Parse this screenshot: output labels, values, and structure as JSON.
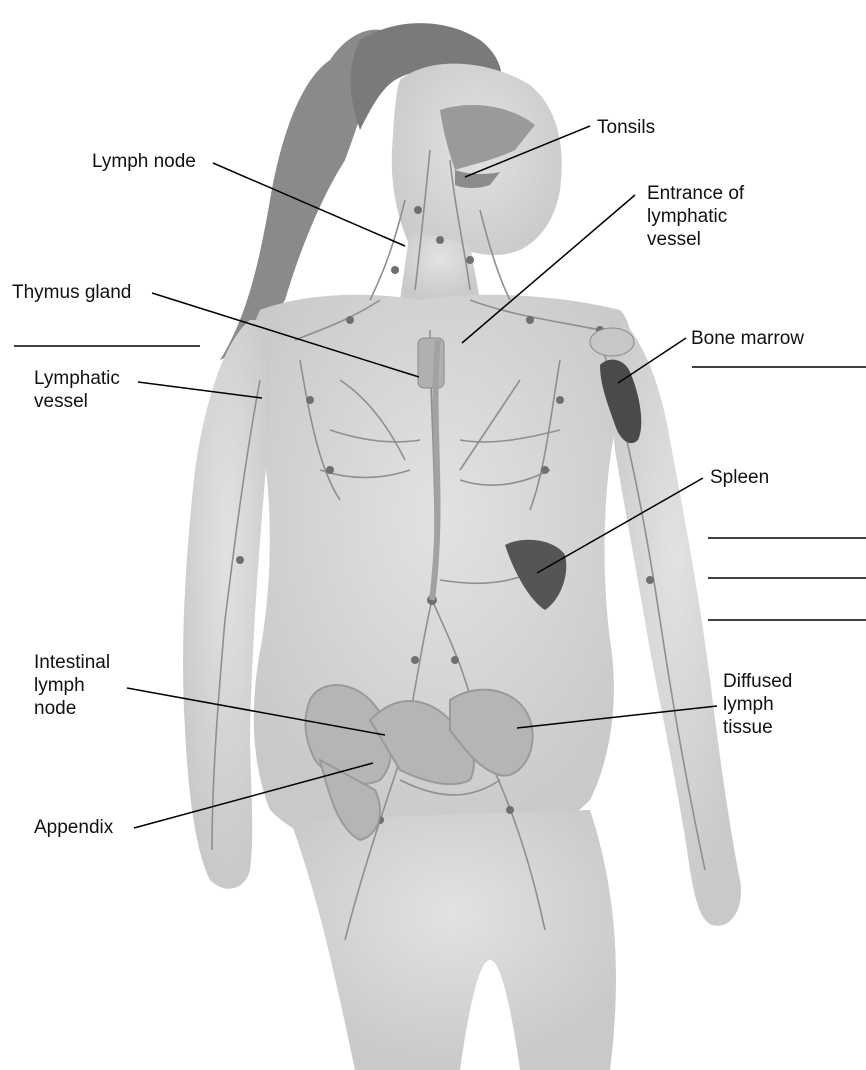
{
  "labels": {
    "lymph_node": "Lymph node",
    "tonsils": "Tonsils",
    "entrance_lymphatic_vessel": "Entrance of\nlymphatic\nvessel",
    "thymus_gland": "Thymus gland",
    "bone_marrow": "Bone marrow",
    "lymphatic_vessel": "Lymphatic\nvessel",
    "spleen": "Spleen",
    "intestinal_lymph_node": "Intestinal\nlymph\nnode",
    "diffused_lymph_tissue": "Diffused\nlymph\ntissue",
    "appendix": "Appendix"
  },
  "blanks": [
    "",
    "",
    "",
    "",
    ""
  ],
  "colors": {
    "body": "#d9d9d9",
    "body_shadow": "#c4c4c4",
    "hair": "#8a8a8a",
    "vessel": "#8f8f8f",
    "node": "#6f6f6f",
    "organ": "#a9a9a9",
    "spleen": "#555555",
    "leader": "#000000"
  }
}
